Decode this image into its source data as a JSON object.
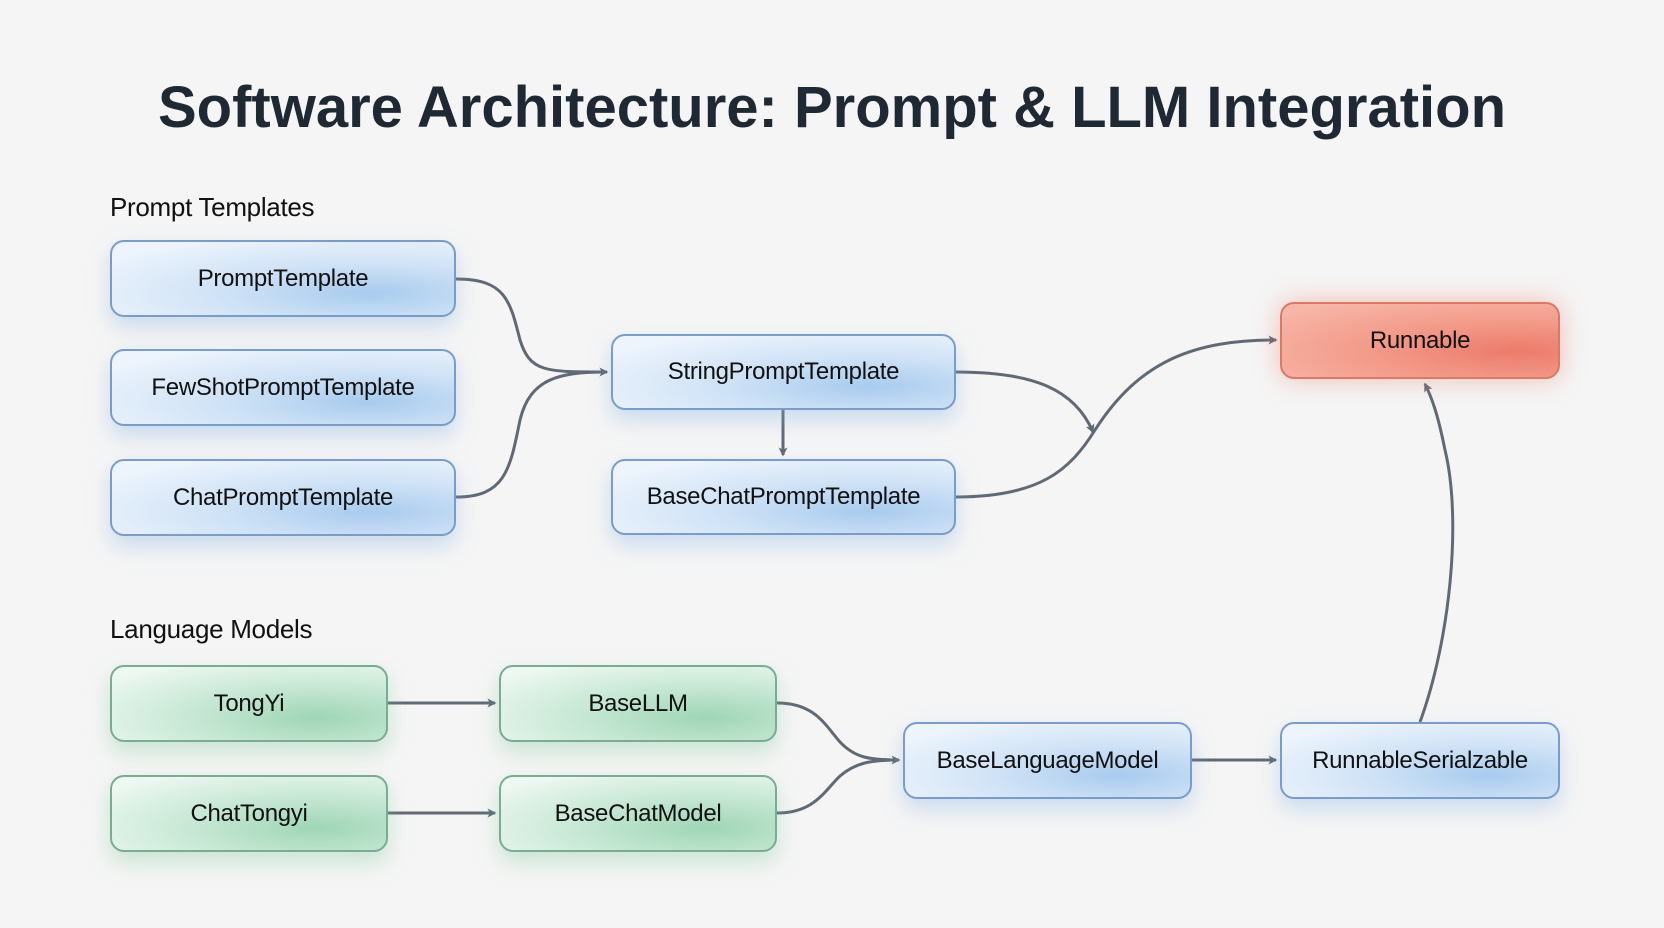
{
  "title": "Software Architecture: Prompt & LLM Integration",
  "sections": {
    "prompt_templates": "Prompt Templates",
    "language_models": "Language Models"
  },
  "colors": {
    "background": "#f5f5f5",
    "title": "#1f2933",
    "edge": "#606a76",
    "blue_node_border": "#7a9cc9",
    "green_node_border": "#79ad92",
    "red_node_border": "#d9796a"
  },
  "nodes": {
    "prompt_template": {
      "label": "PromptTemplate",
      "group": "prompt-templates",
      "color": "blue"
    },
    "few_shot_prompt_template": {
      "label": "FewShotPromptTemplate",
      "group": "prompt-templates",
      "color": "blue"
    },
    "chat_prompt_template": {
      "label": "ChatPromptTemplate",
      "group": "prompt-templates",
      "color": "blue"
    },
    "string_prompt_template": {
      "label": "StringPromptTemplate",
      "group": "prompt-templates",
      "color": "blue"
    },
    "base_chat_prompt_template": {
      "label": "BaseChatPromptTemplate",
      "group": "prompt-templates",
      "color": "blue"
    },
    "runnable": {
      "label": "Runnable",
      "group": "core",
      "color": "red"
    },
    "tongyi": {
      "label": "TongYi",
      "group": "language-models",
      "color": "green"
    },
    "chat_tongyi": {
      "label": "ChatTongyi",
      "group": "language-models",
      "color": "green"
    },
    "base_llm": {
      "label": "BaseLLM",
      "group": "language-models",
      "color": "green"
    },
    "base_chat_model": {
      "label": "BaseChatModel",
      "group": "language-models",
      "color": "green"
    },
    "base_language_model": {
      "label": "BaseLanguageModel",
      "group": "language-models",
      "color": "blue"
    },
    "runnable_serializable": {
      "label": "RunnableSerialzable",
      "group": "core",
      "color": "blue"
    }
  },
  "edges": [
    {
      "from": "prompt_template",
      "to": "string_prompt_template"
    },
    {
      "from": "chat_prompt_template",
      "to": "string_prompt_template"
    },
    {
      "from": "string_prompt_template",
      "to": "base_chat_prompt_template"
    },
    {
      "from": "string_prompt_template",
      "to": "runnable"
    },
    {
      "from": "base_chat_prompt_template",
      "to": "runnable"
    },
    {
      "from": "tongyi",
      "to": "base_llm"
    },
    {
      "from": "chat_tongyi",
      "to": "base_chat_model"
    },
    {
      "from": "base_llm",
      "to": "base_language_model"
    },
    {
      "from": "base_chat_model",
      "to": "base_language_model"
    },
    {
      "from": "base_language_model",
      "to": "runnable_serializable"
    },
    {
      "from": "runnable_serializable",
      "to": "runnable"
    }
  ]
}
